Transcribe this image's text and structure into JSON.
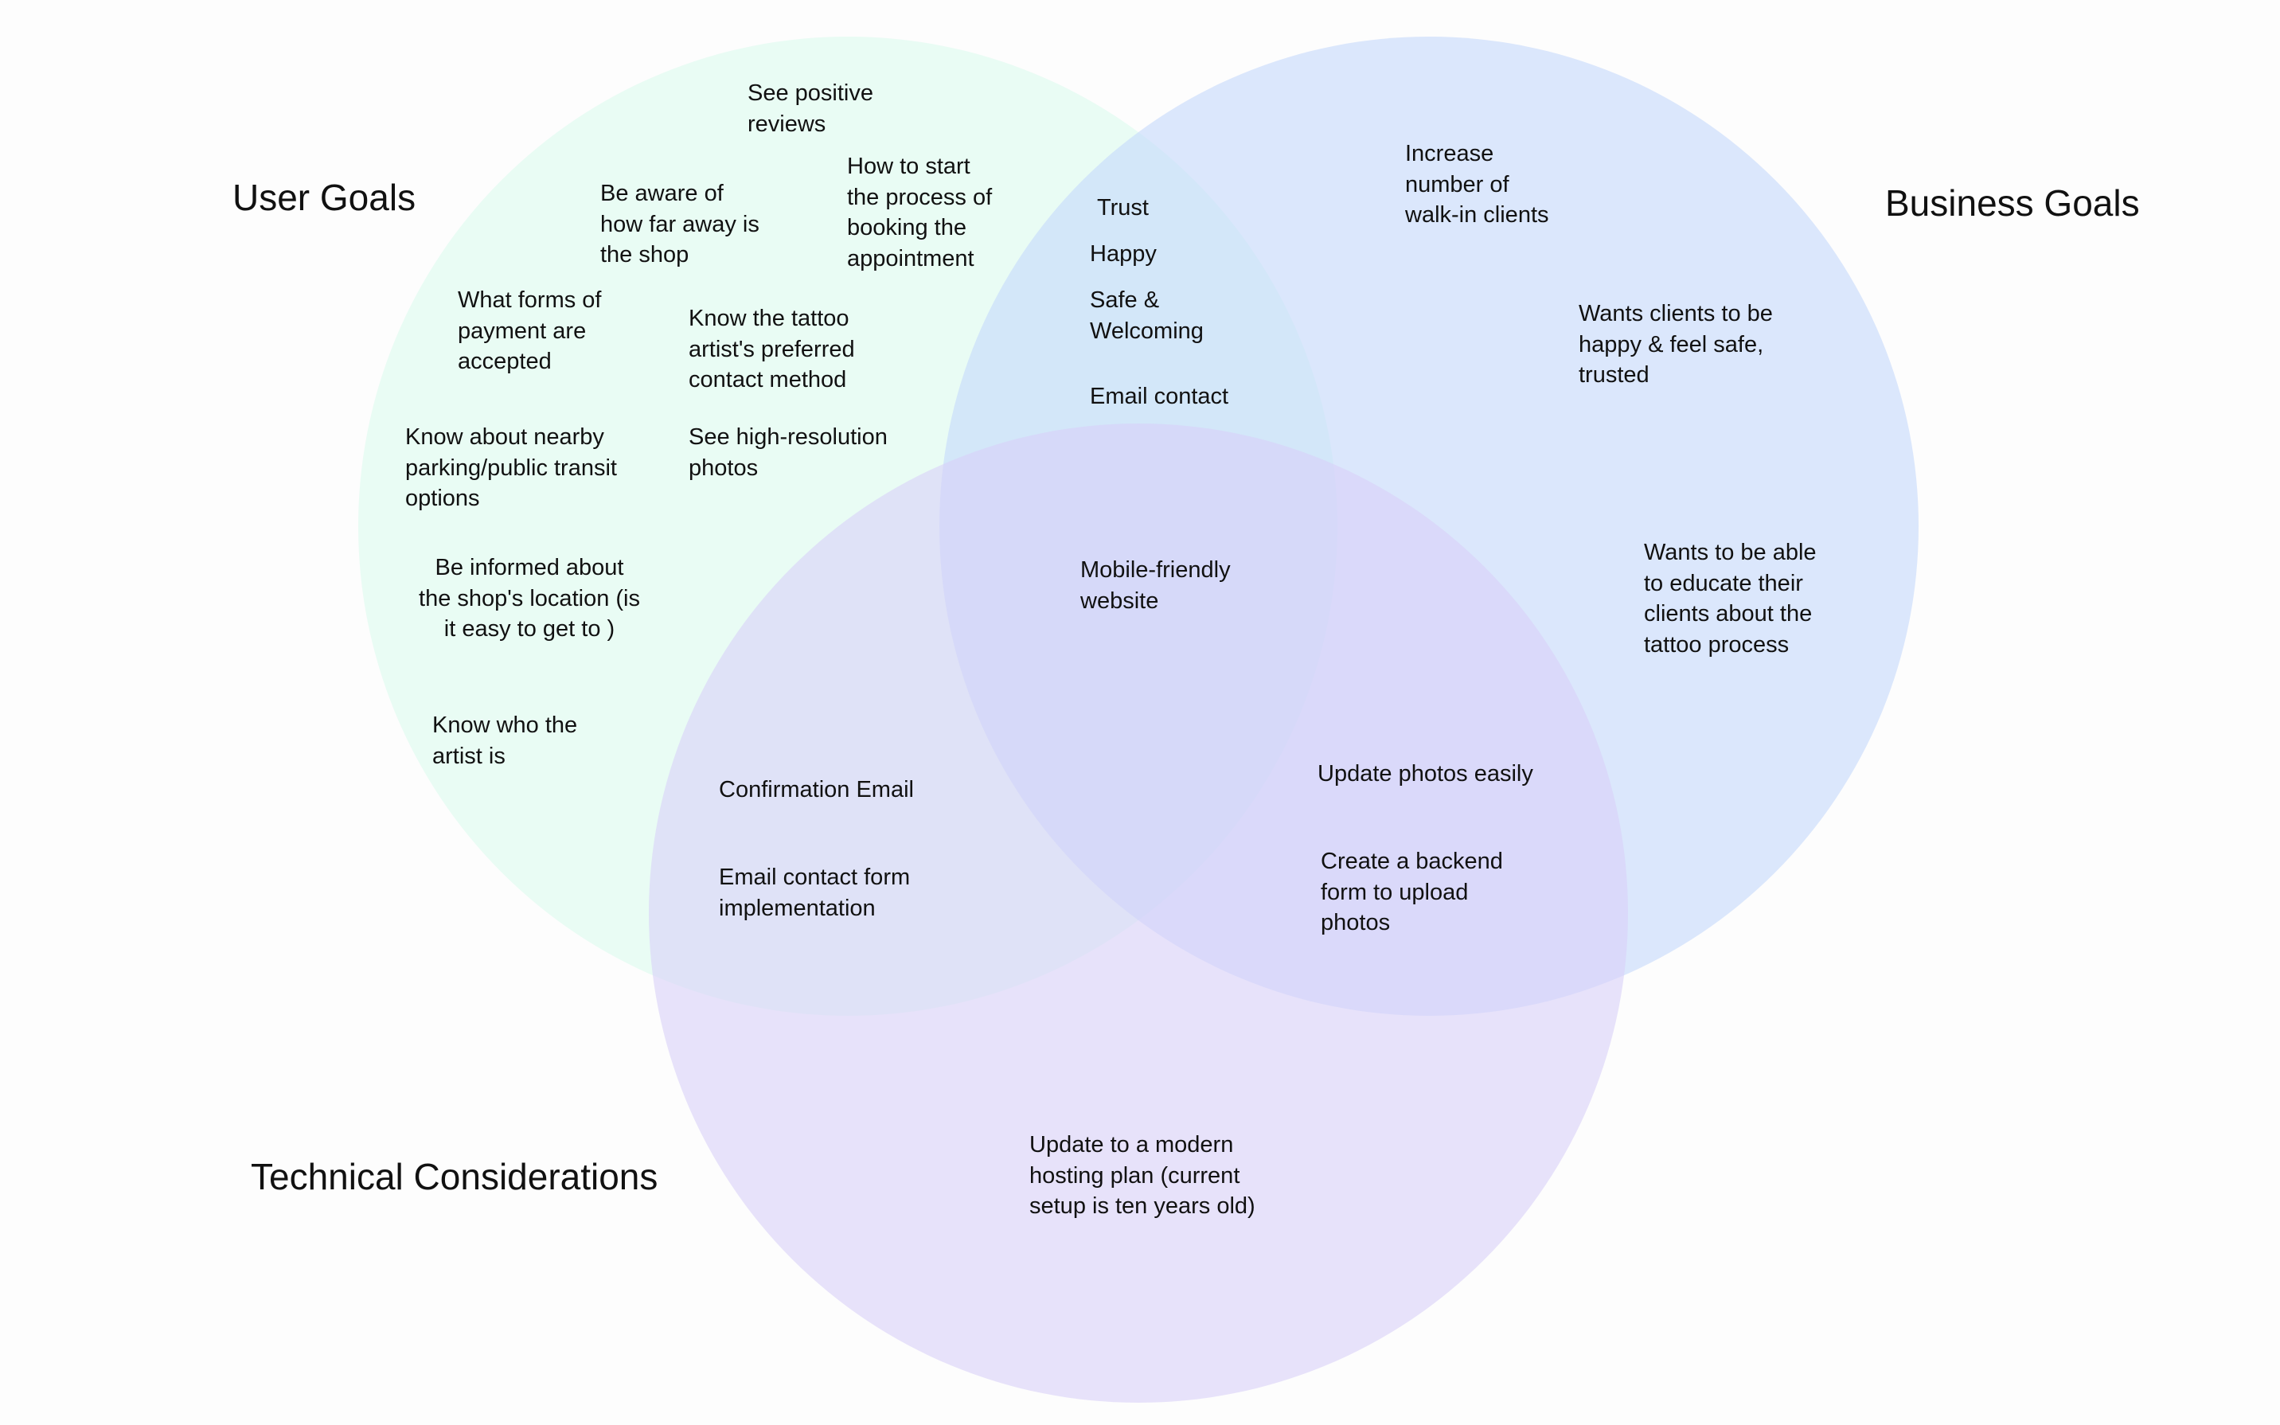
{
  "diagram": {
    "type": "venn",
    "colors": {
      "background": "#fdfdfd",
      "user_goals": "#dcfbee",
      "business_goals": "#c4d9fb",
      "technical_considerations": "#d8d0f8",
      "text": "#111111"
    },
    "sets": {
      "user_goals": "User Goals",
      "business_goals": "Business Goals",
      "technical_considerations": "Technical Considerations"
    },
    "user_only": [
      "See positive\nreviews",
      "Be aware of\nhow far away is\nthe shop",
      "How to start\nthe process of\nbooking the\nappointment",
      "What forms of\npayment are\naccepted",
      "Know the tattoo\nartist's preferred\ncontact method",
      "Know about nearby\nparking/public transit\noptions",
      "See high-resolution\nphotos",
      "Be informed about\nthe shop's location (is\nit easy to get to )",
      "Know who the\nartist is"
    ],
    "user_business": [
      "Trust",
      "Happy",
      "Safe &\nWelcoming",
      "Email contact"
    ],
    "all_three": [
      "Mobile-friendly\nwebsite"
    ],
    "business_only": [
      "Increase\nnumber of\nwalk-in clients",
      "Wants clients to be\nhappy & feel safe,\ntrusted",
      "Wants to be able\nto educate their\nclients about the\ntattoo process"
    ],
    "user_technical": [
      "Confirmation Email",
      "Email contact form\nimplementation"
    ],
    "business_technical": [
      "Update photos easily",
      "Create a backend\nform to upload\nphotos"
    ],
    "technical_only": [
      "Update to a modern\nhosting plan (current\nsetup is ten years old)"
    ]
  }
}
